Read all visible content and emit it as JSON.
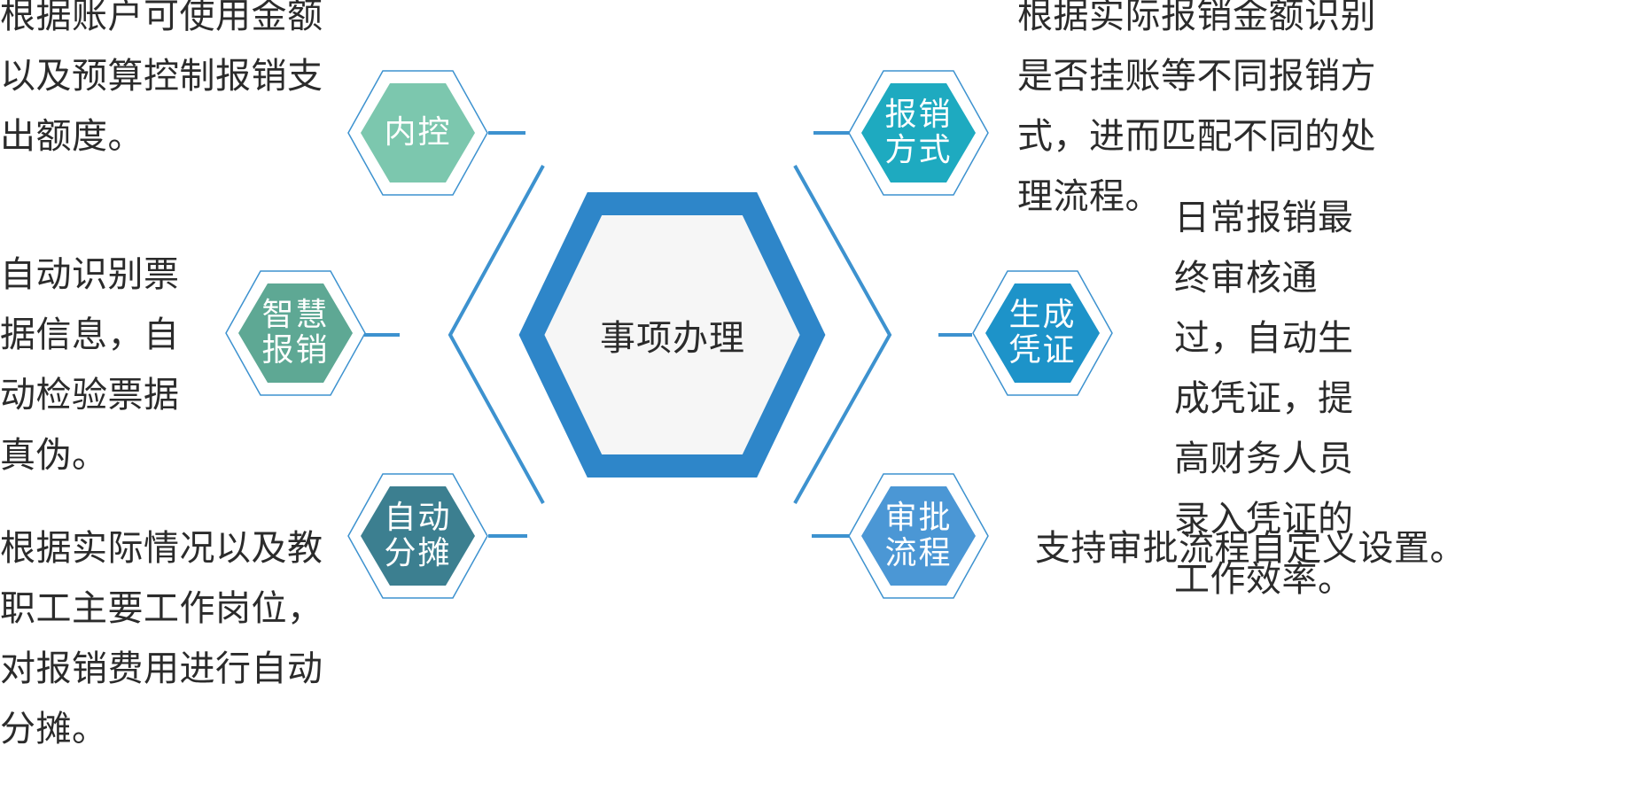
{
  "center": {
    "label": "事项办理",
    "color": "#2e86c9"
  },
  "nodes": [
    {
      "id": "neikong",
      "line1": "内控",
      "line2": "",
      "color": "#7cc7ae",
      "desc": "根据账户可使用金额以及预算控制报销支出额度。"
    },
    {
      "id": "baoxiao",
      "line1": "报销",
      "line2": "方式",
      "color": "#1eaac0",
      "desc": "根据实际报销金额识别是否挂账等不同报销方式，进而匹配不同的处理流程。"
    },
    {
      "id": "zhihui",
      "line1": "智慧",
      "line2": "报销",
      "color": "#5ea894",
      "desc": "自动识别票据信息，自动检验票据真伪。"
    },
    {
      "id": "pingzheng",
      "line1": "生成",
      "line2": "凭证",
      "color": "#1d93c9",
      "desc": "日常报销最终审核通过，自动生成凭证，提高财务人员录入凭证的工作效率。"
    },
    {
      "id": "fentan",
      "line1": "自动",
      "line2": "分摊",
      "color": "#3c7f90",
      "desc": "根据实际情况以及教职工主要工作岗位，对报销费用进行自动分摊。"
    },
    {
      "id": "shenpi",
      "line1": "审批",
      "line2": "流程",
      "color": "#4b97d5",
      "desc": "支持审批流程自定义设置。"
    }
  ],
  "palette": {
    "outline": "#3d92cf",
    "connector": "#3d92cf",
    "text": "#2b2b2b"
  }
}
